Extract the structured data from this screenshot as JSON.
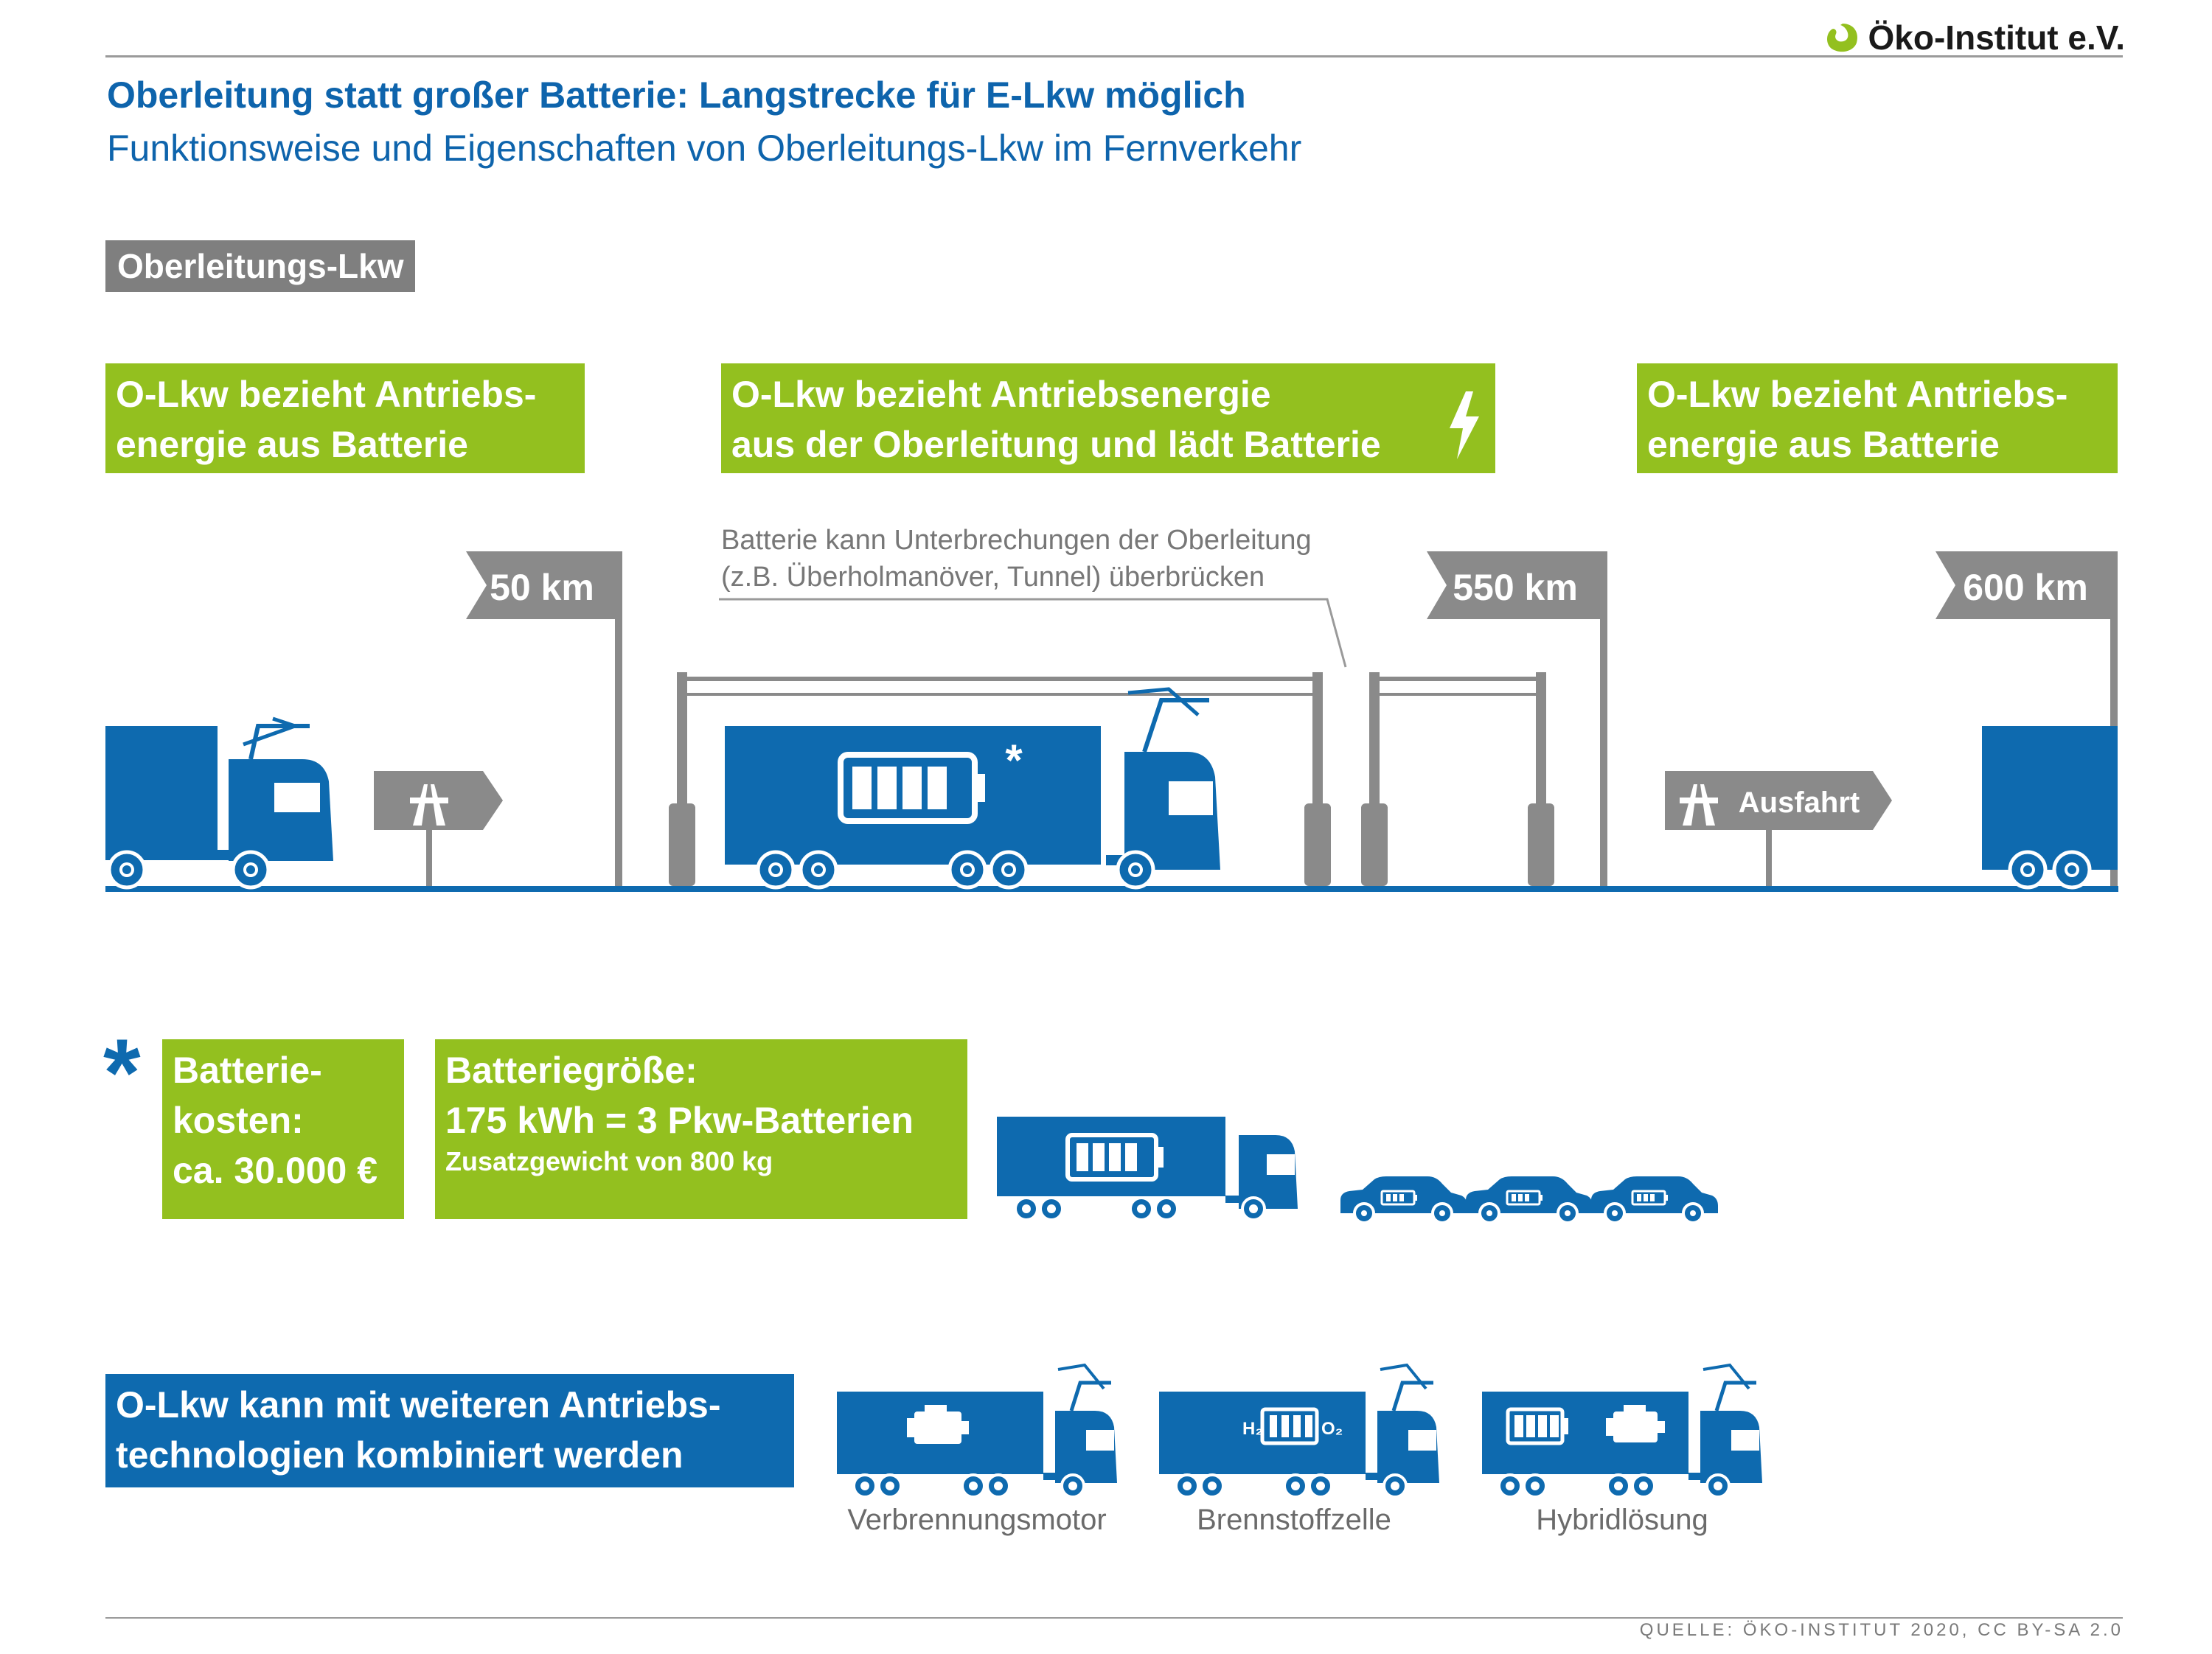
{
  "header": {
    "logo_text": "Öko-Institut e.V.",
    "title": "Oberleitung statt großer Batterie: Langstrecke für E-Lkw möglich",
    "subtitle": "Funktionsweise und Eigenschaften von Oberleitungs-Lkw im Fernverkehr"
  },
  "section_tag": "Oberleitungs-Lkw",
  "phase_boxes": [
    {
      "line1": "O-Lkw bezieht Antriebs-",
      "line2": "energie aus Batterie"
    },
    {
      "line1": "O-Lkw bezieht Antriebsenergie",
      "line2": "aus der Oberleitung und lädt Batterie"
    },
    {
      "line1": "O-Lkw bezieht Antriebs-",
      "line2": "energie aus Batterie"
    }
  ],
  "annotation": {
    "line1": "Batterie kann Unterbrechungen der Oberleitung",
    "line2": "(z.B. Überholmanöver, Tunnel) überbrücken"
  },
  "distance_signs": [
    "50 km",
    "550 km",
    "600 km"
  ],
  "exit_sign": "Ausfahrt",
  "battery_star": "*",
  "cost_box": {
    "line1": "Batterie-",
    "line2": "kosten:",
    "line3": "ca. 30.000 €"
  },
  "size_box": {
    "line1": "Batteriegröße:",
    "line2": "175 kWh = 3 Pkw-Batterien",
    "line3": "Zusatzgewicht von 800 kg"
  },
  "combo_box": {
    "line1": "O-Lkw kann mit weiteren Antriebs-",
    "line2": "technologien kombiniert werden"
  },
  "technologies": [
    "Verbrennungsmotor",
    "Brennstoffzelle",
    "Hybridlösung"
  ],
  "fuel_cell_labels": {
    "h2": "H₂",
    "o2": "O₂"
  },
  "source": "QUELLE: ÖKO-INSTITUT 2020, CC BY-SA 2.0",
  "colors": {
    "blue": "#0e6aaf",
    "green": "#93c01f",
    "gray": "#7f7f7f",
    "title_blue": "#0e64ac"
  }
}
